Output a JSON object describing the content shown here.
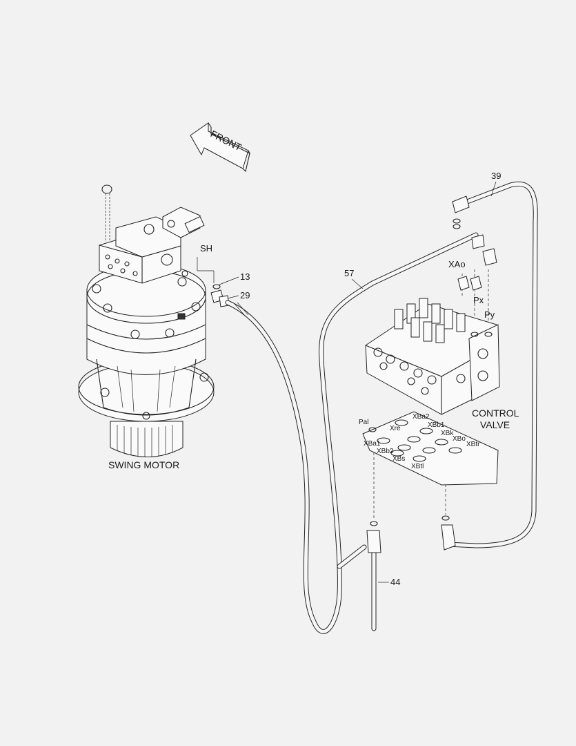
{
  "diagram": {
    "front_arrow": "FRONT",
    "swing_motor": "SWING MOTOR",
    "control_valve_line1": "CONTROL",
    "control_valve_line2": "VALVE",
    "callouts": {
      "c39": "39",
      "c57": "57",
      "c13": "13",
      "c29": "29",
      "c44": "44",
      "sh": "SH"
    },
    "valve_ports": {
      "xao": "XAo",
      "px": "Px",
      "py": "Py"
    },
    "plate_ports": {
      "pal": "Pal",
      "xba2": "XBa2",
      "xbb1": "XBb1",
      "xre": "Xre",
      "xbk": "XBk",
      "xbo": "XBo",
      "xbtr": "XBtr",
      "xba1": "XBa1",
      "xbb2": "XBb2",
      "xbs": "XBs",
      "xbtl": "XBtl"
    }
  }
}
